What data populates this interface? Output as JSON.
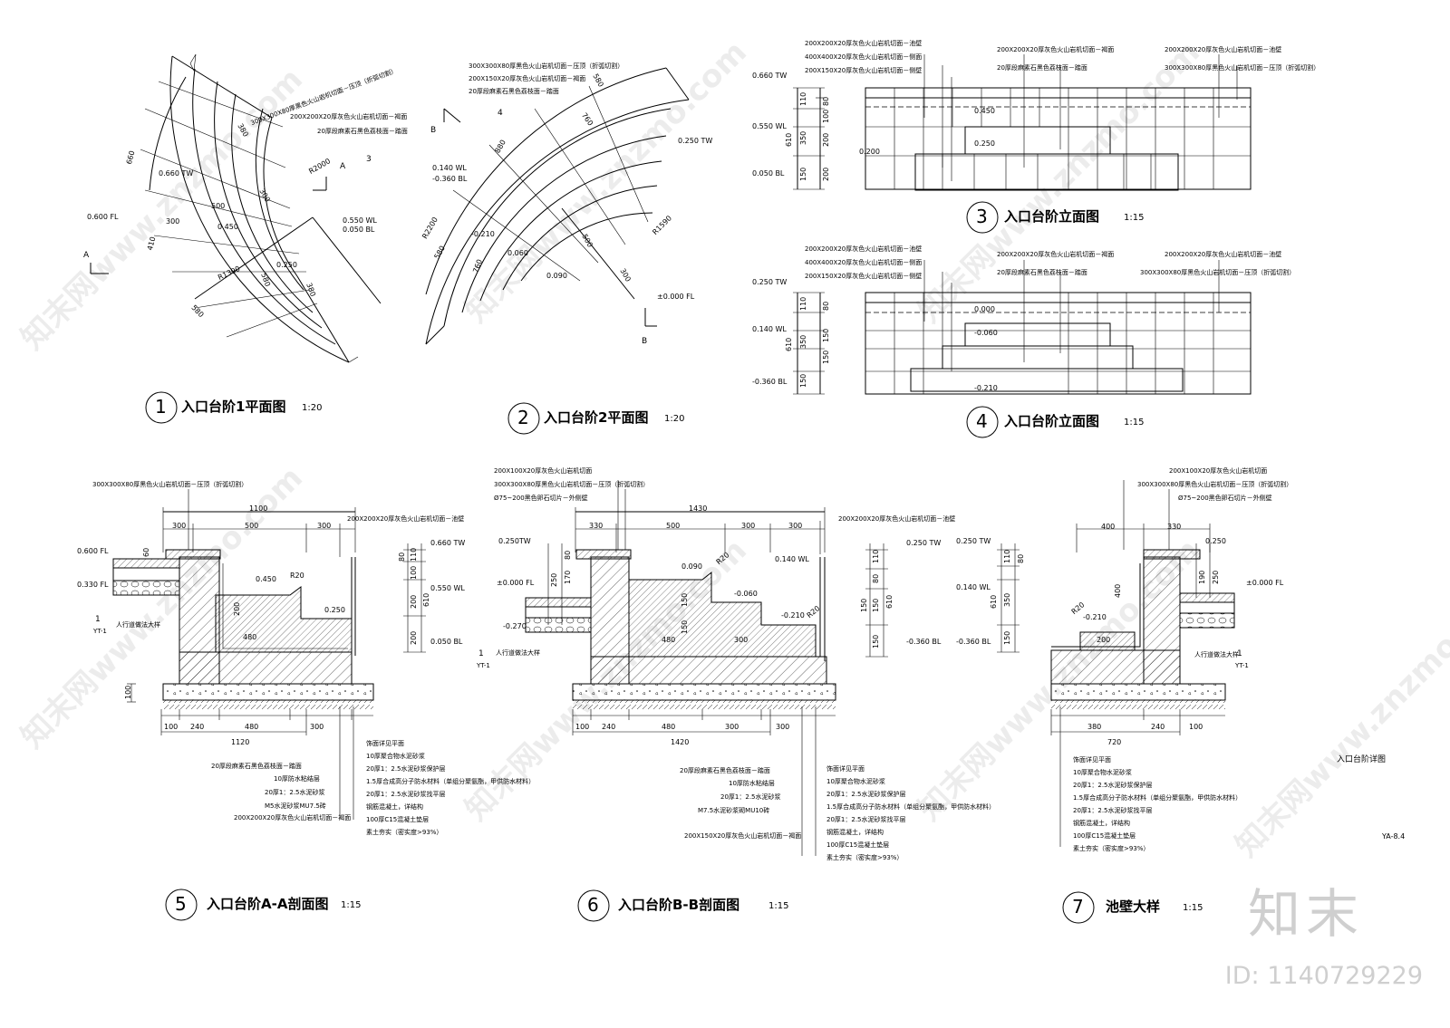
{
  "sheet": {
    "title": "入口台阶详图",
    "number": "YA-8.4"
  },
  "watermark": {
    "text": "知末网www.znzmo.com",
    "brand": "知末",
    "id": "ID: 1140729229"
  },
  "views": [
    {
      "num": "1",
      "title": "入口台阶1平面图",
      "scale": "1:20"
    },
    {
      "num": "2",
      "title": "入口台阶2平面图",
      "scale": "1:20"
    },
    {
      "num": "3",
      "title": "入口台阶立面图",
      "scale": "1:15"
    },
    {
      "num": "4",
      "title": "入口台阶立面图",
      "scale": "1:15"
    },
    {
      "num": "5",
      "title": "入口台阶A-A剖面图",
      "scale": "1:15"
    },
    {
      "num": "6",
      "title": "入口台阶B-B剖面图",
      "scale": "1:15"
    },
    {
      "num": "7",
      "title": "池壁大样",
      "scale": "1:15"
    }
  ],
  "plan1": {
    "notes": [
      "300X300X80厚黑色火山岩机切面－压顶（折弧切割）",
      "200X200X20厚灰色火山岩机切面－褐面",
      "20厚段麻素石黑色荔枝面－踏面"
    ],
    "levels": [
      "0.660 TW",
      "0.600 FL",
      "0.450",
      "0.250",
      "0.550 WL",
      "0.050 BL"
    ],
    "dims": [
      "660",
      "300",
      "410",
      "500",
      "300",
      "580",
      "380",
      "580",
      "380"
    ],
    "radii": [
      "R2000",
      "R1390"
    ],
    "section": "A",
    "ref": "3"
  },
  "plan2": {
    "notes": [
      "300X300X80厚黑色火山岩机切面－压顶（折弧切割）",
      "200X150X20厚灰色火山岩机切面－褐面",
      "20厚段麻素石黑色荔枝面－踏面"
    ],
    "levels": [
      "0.140 WL",
      "-0.360 BL",
      "0.250 TW",
      "-0.210",
      "0.060",
      "0.090",
      "±0.000 FL"
    ],
    "dims": [
      "580",
      "760",
      "880",
      "760",
      "580",
      "500",
      "300"
    ],
    "radii": [
      "R2200",
      "R1590"
    ],
    "section": "B",
    "ref": "4"
  },
  "elev3": {
    "notes": [
      "200X200X20厚灰色火山岩机切面－池壁",
      "400X400X20厚灰色火山岩机切面－侧面",
      "200X150X20厚灰色火山岩机切面－侧壁",
      "200X200X20厚灰色火山岩机切面－褐面",
      "20厚段麻素石黑色荔枝面－踏面",
      "200X200X20厚灰色火山岩机切面－池壁",
      "300X300X80厚黑色火山岩机切面－压顶（折弧切割）"
    ],
    "levels": [
      "0.660 TW",
      "0.550 WL",
      "0.050 BL",
      "0.450",
      "0.250",
      "0.200"
    ],
    "dims": [
      "110",
      "80",
      "100",
      "350",
      "200",
      "150",
      "200",
      "610"
    ]
  },
  "elev4": {
    "notes": [
      "200X200X20厚灰色火山岩机切面－池壁",
      "400X400X20厚灰色火山岩机切面－侧面",
      "200X150X20厚灰色火山岩机切面－侧壁",
      "200X200X20厚灰色火山岩机切面－褐面",
      "20厚段麻素石黑色荔枝面－踏面",
      "200X200X20厚灰色火山岩机切面－池壁",
      "300X300X80厚黑色火山岩机切面－压顶（折弧切割）"
    ],
    "levels": [
      "0.250 TW",
      "0.140 WL",
      "-0.360 BL",
      "0.000",
      "-0.060",
      "-0.210"
    ],
    "dims": [
      "110",
      "80",
      "350",
      "150",
      "150",
      "150",
      "610"
    ]
  },
  "sec5": {
    "top_note": "300X300X80厚黑色火山岩机切面－压顶（折弧切割）",
    "right_note": "200X200X20厚灰色火山岩机切面－池壁",
    "levels": [
      "0.600 FL",
      "0.330 FL",
      "0.660 TW",
      "0.550 WL",
      "0.050 BL",
      "0.450",
      "0.250"
    ],
    "top_dims": [
      "1100",
      "300",
      "500",
      "300"
    ],
    "bottom_dims": [
      "100",
      "240",
      "480",
      "300",
      "1120"
    ],
    "inner": [
      "R20",
      "200",
      "480"
    ],
    "right_dims": [
      "110",
      "80",
      "100",
      "200",
      "610",
      "200"
    ],
    "left_dims": [
      "60",
      "100"
    ],
    "detail_ref": "人行道做法大样",
    "detail_mark": "1",
    "detail_sheet": "YT-1",
    "layers_left": [
      "20厚段麻素石黑色荔枝面－踏面",
      "10厚防水粘结层",
      "20厚1：2.5水泥砂浆",
      "M5水泥砂浆MU7.5砖",
      "200X200X20厚灰色火山岩机切面－褐面"
    ],
    "layers_right": [
      "饰面详见平面",
      "10厚聚合物水泥砂浆",
      "20厚1：2.5水泥砂浆保护层",
      "1.5厚合成高分子防水材料（单组分聚氨酯，甲供防水材料）",
      "20厚1：2.5水泥砂浆找平层",
      "钢筋混凝土，详结构",
      "100厚C15混凝土垫层",
      "素土夯实（密实度>93%）"
    ]
  },
  "sec6": {
    "top_notes": [
      "200X100X20厚灰色火山岩机切面",
      "300X300X80厚黑色火山岩机切面－压顶（折弧切割）",
      "Ø75~200黑色卵石切片－外侧壁"
    ],
    "right_note": "200X200X20厚灰色火山岩机切面－池壁",
    "levels": [
      "0.250TW",
      "±0.000 FL",
      "-0.270",
      "0.090",
      "-0.060",
      "0.140 WL",
      "-0.210",
      "0.250 TW",
      "-0.360 BL"
    ],
    "top_dims": [
      "1430",
      "330",
      "500",
      "300",
      "300"
    ],
    "bottom_dims": [
      "100",
      "240",
      "480",
      "300",
      "300",
      "1420"
    ],
    "inner": [
      "R20",
      "R20",
      "150",
      "150",
      "480",
      "300"
    ],
    "right_dims": [
      "110",
      "80",
      "150",
      "610",
      "150",
      "150"
    ],
    "left_dims": [
      "250",
      "170",
      "80"
    ],
    "detail_ref": "人行道做法大样",
    "detail_mark": "1",
    "detail_sheet": "YT-1",
    "layers_left": [
      "20厚段麻素石黑色荔枝面－踏面",
      "10厚防水粘结层",
      "20厚1：2.5水泥砂浆",
      "M7.5水泥砂浆砌MU10砖",
      "200X150X20厚灰色火山岩机切面－褐面"
    ],
    "layers_right": [
      "饰面详见平面",
      "10厚聚合物水泥砂浆",
      "20厚1：2.5水泥砂浆保护层",
      "1.5厚合成高分子防水材料（单组分聚氨酯，甲供防水材料）",
      "20厚1：2.5水泥砂浆找平层",
      "钢筋混凝土，详结构",
      "100厚C15混凝土垫层",
      "素土夯实（密实度>93%）"
    ]
  },
  "sec7": {
    "top_notes": [
      "200X100X20厚灰色火山岩机切面",
      "300X300X80厚黑色火山岩机切面－压顶（折弧切割）",
      "Ø75~200黑色卵石切片－外侧壁"
    ],
    "levels": [
      "0.250 TW",
      "0.140 WL",
      "-0.360 BL",
      "0.250",
      "±0.000 FL",
      "-0.210"
    ],
    "top_dims": [
      "400",
      "330"
    ],
    "bottom_dims": [
      "380",
      "240",
      "100",
      "720"
    ],
    "inner": [
      "R20",
      "200",
      "400"
    ],
    "left_dims": [
      "110",
      "80",
      "350",
      "610",
      "150"
    ],
    "right_dims": [
      "190",
      "250"
    ],
    "detail_ref": "人行道做法大样",
    "detail_mark": "1",
    "detail_sheet": "YT-1",
    "layers": [
      "饰面详见平面",
      "10厚聚合物水泥砂浆",
      "20厚1：2.5水泥砂浆保护层",
      "1.5厚合成高分子防水材料（单组分聚氨酯，甲供防水材料）",
      "20厚1：2.5水泥砂浆找平层",
      "钢筋混凝土，详结构",
      "100厚C15混凝土垫层",
      "素土夯实（密实度>93%）"
    ]
  }
}
